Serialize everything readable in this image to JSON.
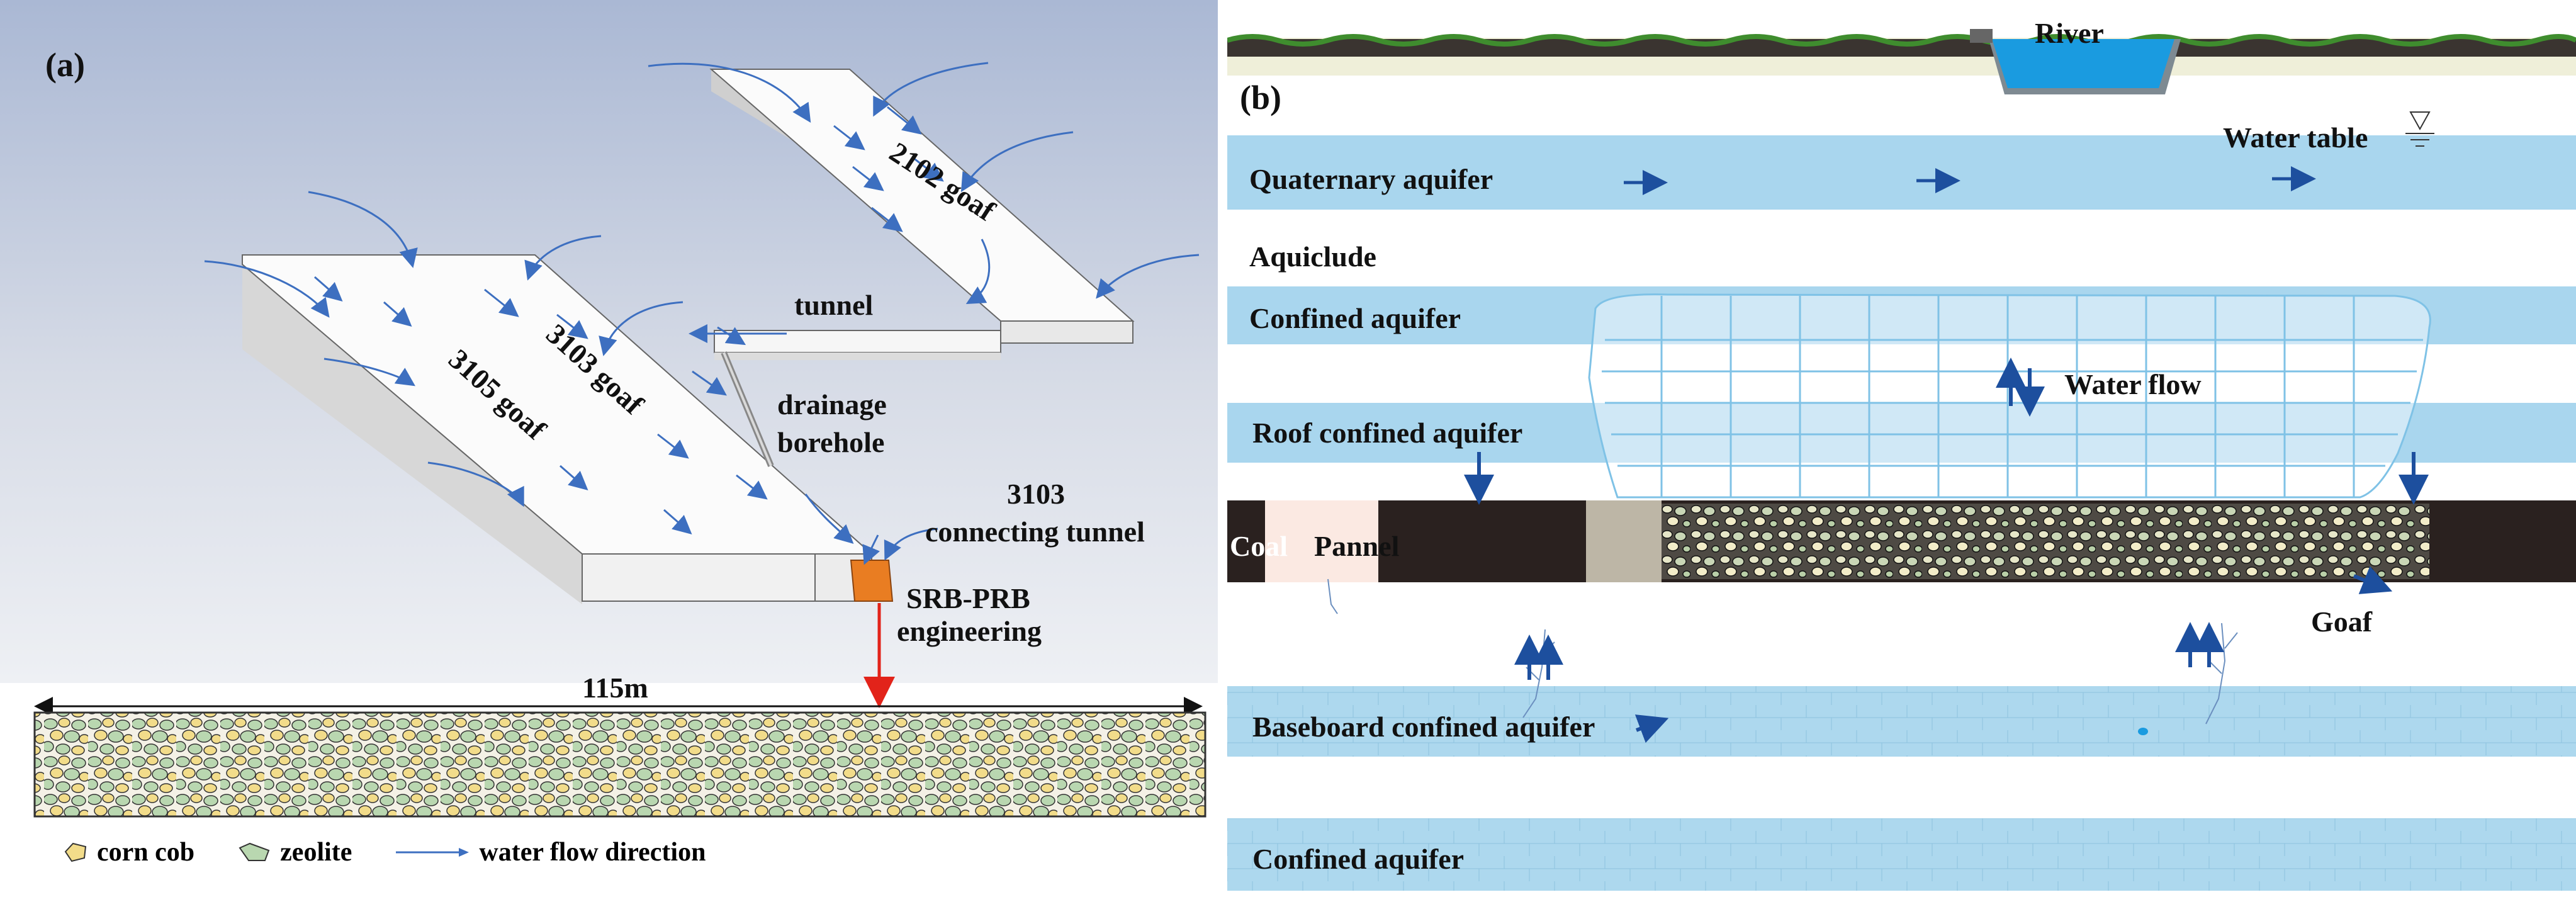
{
  "panel_a": {
    "label": "(a)",
    "goafs": [
      "2102 goaf",
      "3103 goaf",
      "3105 goaf"
    ],
    "tunnel": "tunnel",
    "borehole_line1": "drainage",
    "borehole_line2": "borehole",
    "connecting_line1": "3103",
    "connecting_line2": "connecting tunnel",
    "srb_line1": "SRB-PRB",
    "srb_line2": "engineering",
    "dimension": "115m",
    "legend": {
      "corn_cob": "corn cob",
      "zeolite": "zeolite",
      "flow": "water flow direction"
    },
    "colors": {
      "corn_cob": "#f2dc8a",
      "zeolite": "#b9d7b0",
      "flow_arrow": "#3d6fc0",
      "srb_block": "#e97d22",
      "indicator": "#e2231a"
    }
  },
  "panel_b": {
    "label": "(b)",
    "river": "River",
    "water_table": "Water table",
    "layers": {
      "quaternary": "Quaternary aquifer",
      "aquiclude": "Aquiclude",
      "confined_top": "Confined aquifer",
      "roof": "Roof confined aquifer",
      "coal": "Coal",
      "pannel": "Pannel",
      "goaf": "Goaf",
      "baseboard": "Baseboard confined aquifer",
      "confined_bottom": "Confined aquifer"
    },
    "water_flow": "Water flow",
    "colors": {
      "aquifer": "#a9d6ee",
      "coal": "#2a211f",
      "river": "#1a9be0",
      "arrow": "#1d4f9e",
      "ground": "#efefd9"
    }
  }
}
